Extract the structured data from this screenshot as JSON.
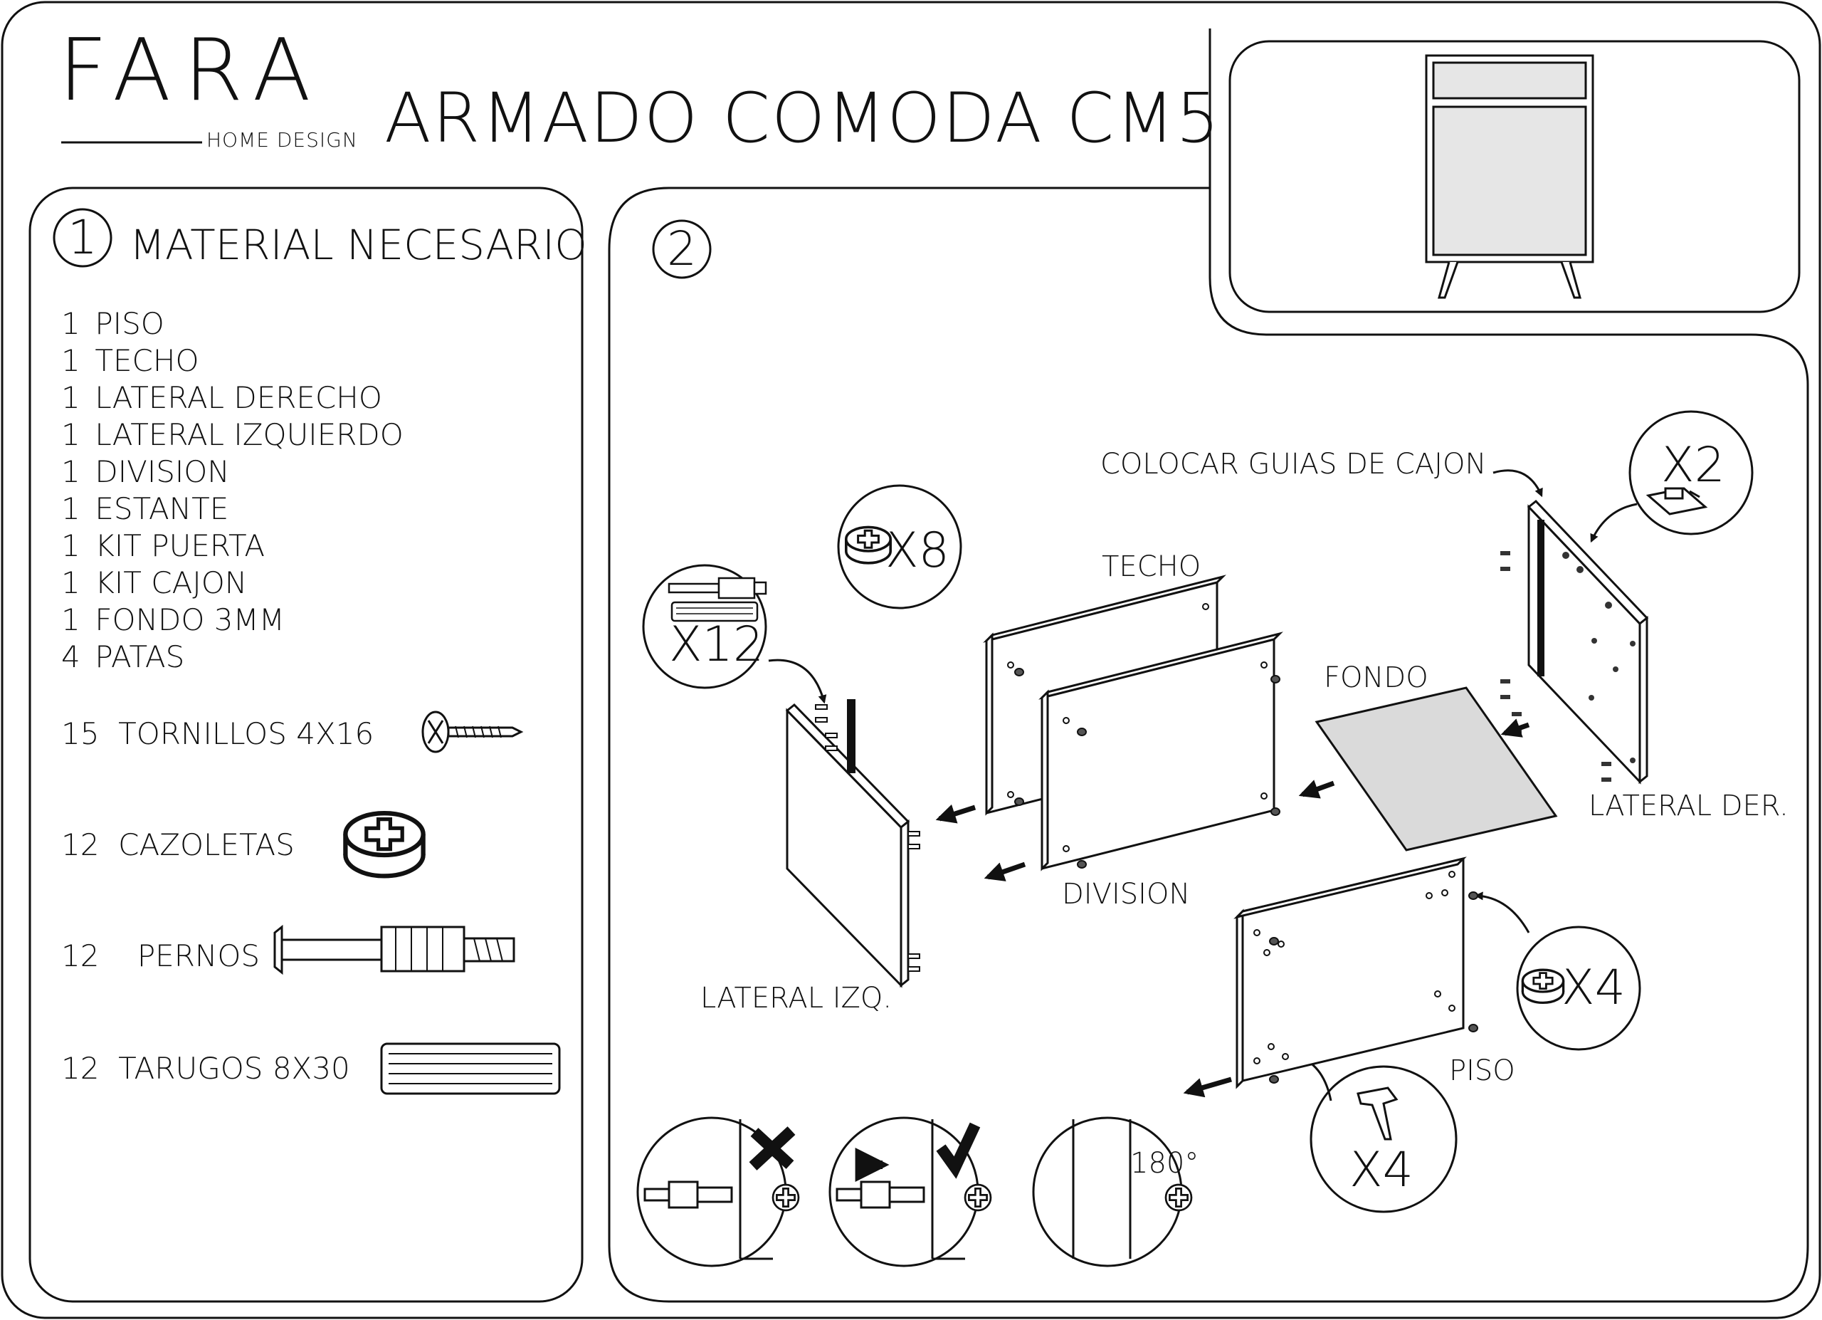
{
  "header": {
    "brand": "FARA",
    "brand_sub": "HOME DESIGN",
    "title": "ARMADO COMODA CM5"
  },
  "section1": {
    "number": "1",
    "title": "MATERIAL NECESARIO",
    "materials": [
      {
        "qty": "1",
        "name": "PISO"
      },
      {
        "qty": "1",
        "name": "TECHO"
      },
      {
        "qty": "1",
        "name": "LATERAL DERECHO"
      },
      {
        "qty": "1",
        "name": "LATERAL IZQUIERDO"
      },
      {
        "qty": "1",
        "name": "DIVISION"
      },
      {
        "qty": "1",
        "name": "ESTANTE"
      },
      {
        "qty": "1",
        "name": "KIT PUERTA"
      },
      {
        "qty": "1",
        "name": "KIT CAJON"
      },
      {
        "qty": "1",
        "name": "FONDO 3MM"
      },
      {
        "qty": "4",
        "name": "PATAS"
      }
    ],
    "hardware": [
      {
        "qty": "15",
        "name": "TORNILLOS 4X16",
        "icon": "screw-icon"
      },
      {
        "qty": "12",
        "name": "CAZOLETAS",
        "icon": "cam-lock-icon"
      },
      {
        "qty": "12",
        "name": "PERNOS",
        "icon": "cam-bolt-icon"
      },
      {
        "qty": "12",
        "name": "TARUGOS 8X30",
        "icon": "dowel-icon"
      }
    ]
  },
  "section2": {
    "number": "2",
    "labels": {
      "guides": "COLOCAR GUIAS DE CAJON",
      "techo": "TECHO",
      "fondo": "FONDO",
      "division": "DIVISION",
      "lateral_der": "LATERAL DER.",
      "lateral_izq": "LATERAL IZQ.",
      "piso": "PISO",
      "rotation": "180°"
    },
    "callouts": {
      "guides_qty": "X2",
      "cam_top_qty": "X8",
      "bolts_qty": "X12",
      "cam_piso_qty": "X4",
      "legs_qty": "X4"
    }
  },
  "colors": {
    "line": "#111111",
    "panel_fill": "#ffffff",
    "fondo_fill": "#dadada",
    "front_fill": "#e6e6e6"
  }
}
